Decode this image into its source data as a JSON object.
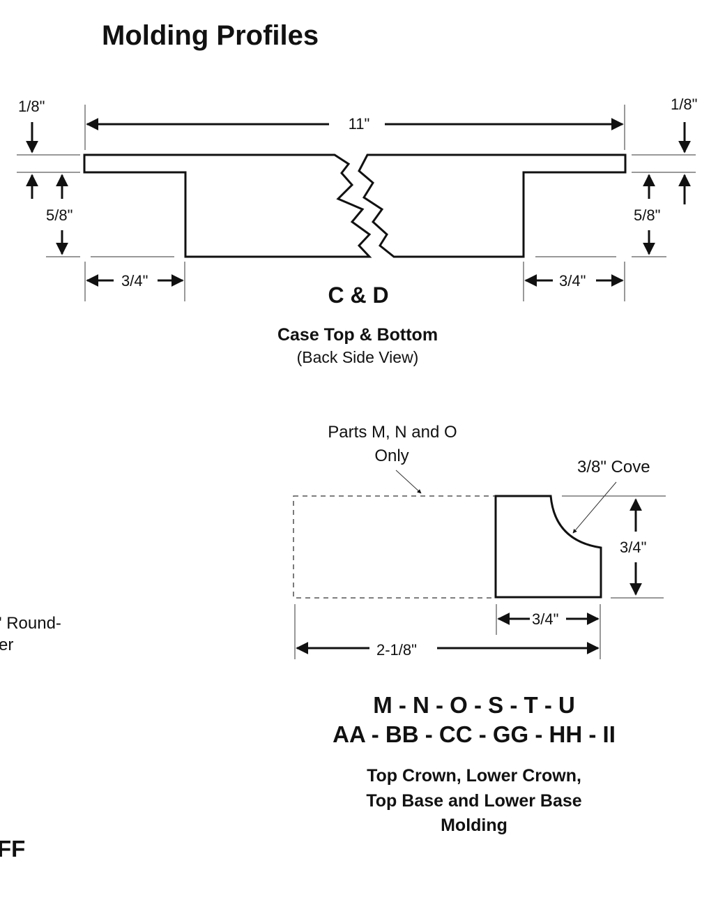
{
  "title": "Molding Profiles",
  "profile_cd": {
    "dim_top_left": "1/8\"",
    "dim_top_right": "1/8\"",
    "dim_length": "11\"",
    "dim_height_left": "5/8\"",
    "dim_height_right": "5/8\"",
    "dim_leg_left": "3/4\"",
    "dim_leg_right": "3/4\"",
    "parts": "C & D",
    "name": "Case Top & Bottom",
    "view": "(Back Side View)"
  },
  "profile_molding": {
    "note_line1": "Parts M, N and O",
    "note_line2": "Only",
    "cove": "3/8\" Cove",
    "dim_height": "3/4\"",
    "dim_width": "3/4\"",
    "dim_total": "2-1/8\"",
    "parts_line1": "M - N - O - S - T - U",
    "parts_line2": "AA - BB - CC - GG - HH - II",
    "name_line1": "Top Crown, Lower Crown,",
    "name_line2": "Top Base and Lower Base",
    "name_line3": "Molding"
  },
  "cutoff": {
    "line1": "\" Round-",
    "line2": "er",
    "parts": "FF"
  }
}
